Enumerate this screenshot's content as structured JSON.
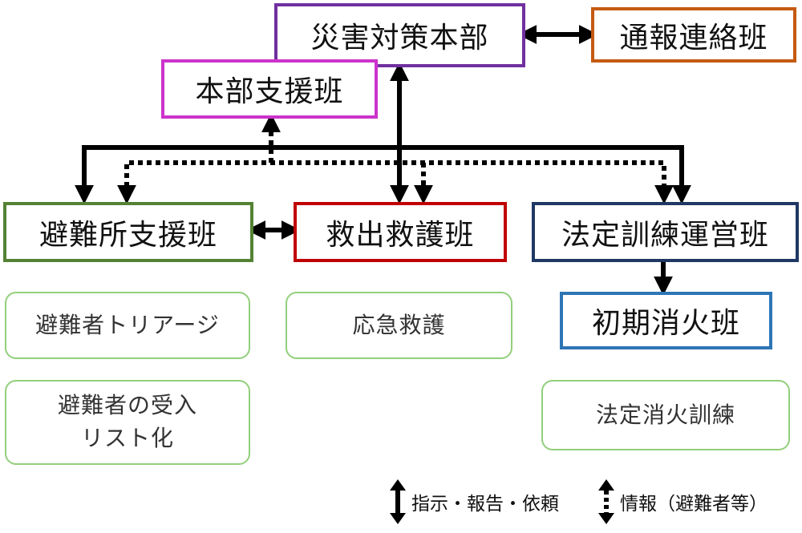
{
  "nodes": {
    "hq": {
      "label": "災害対策本部",
      "color": "#7030a0"
    },
    "report": {
      "label": "通報連絡班",
      "color": "#c55a11"
    },
    "hq_support": {
      "label": "本部支援班",
      "color": "#cc33cc"
    },
    "shelter": {
      "label": "避難所支援班",
      "color": "#548235"
    },
    "rescue": {
      "label": "救出救護班",
      "color": "#c00000"
    },
    "training": {
      "label": "法定訓練運営班",
      "color": "#1f3864"
    },
    "firefight": {
      "label": "初期消火班",
      "color": "#2e75b6"
    }
  },
  "tasks": {
    "triage": "避難者トリアージ",
    "list_line1": "避難者の受入",
    "list_line2": "リスト化",
    "first_aid": "応急救護",
    "fire_drill": "法定消火訓練"
  },
  "legend": {
    "solid": "指示・報告・依頼",
    "dotted": "情報（避難者等）"
  }
}
